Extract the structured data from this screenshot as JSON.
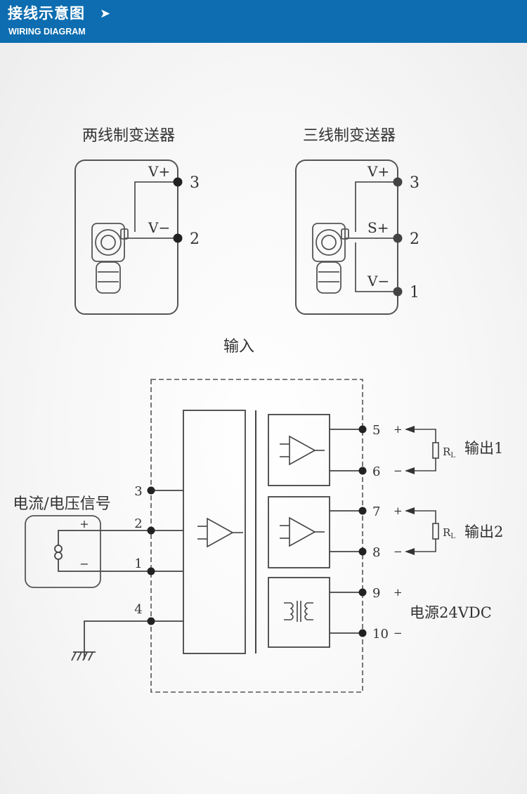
{
  "header": {
    "title": "接线示意图",
    "subtitle": "WIRING DIAGRAM",
    "arrow_icon": "play-arrow-icon"
  },
  "colors": {
    "header_bg": "#0d6db0",
    "line": "#4a4a4a",
    "dot": "#222222"
  },
  "two_wire": {
    "title": "两线制变送器",
    "terminals": [
      {
        "label": "V+",
        "number": "3"
      },
      {
        "label": "V−",
        "number": "2"
      }
    ]
  },
  "three_wire": {
    "title": "三线制变送器",
    "terminals": [
      {
        "label": "V+",
        "number": "3"
      },
      {
        "label": "S+",
        "number": "2"
      },
      {
        "label": "V−",
        "number": "1"
      }
    ]
  },
  "module": {
    "input_label": "输入",
    "source_label": "电流/电压信号",
    "source_plus": "+",
    "source_minus": "−",
    "input_terminals": [
      "3",
      "2",
      "1",
      "4"
    ],
    "output_terminals": [
      {
        "number": "5",
        "sign": "+"
      },
      {
        "number": "6",
        "sign": "−"
      },
      {
        "number": "7",
        "sign": "+"
      },
      {
        "number": "8",
        "sign": "−"
      },
      {
        "number": "9",
        "sign": "+"
      },
      {
        "number": "10",
        "sign": "−"
      }
    ],
    "load_resistor": "R",
    "load_resistor_sub": "L",
    "output1_label": "输出1",
    "output2_label": "输出2",
    "power_label": "电源24VDC"
  }
}
